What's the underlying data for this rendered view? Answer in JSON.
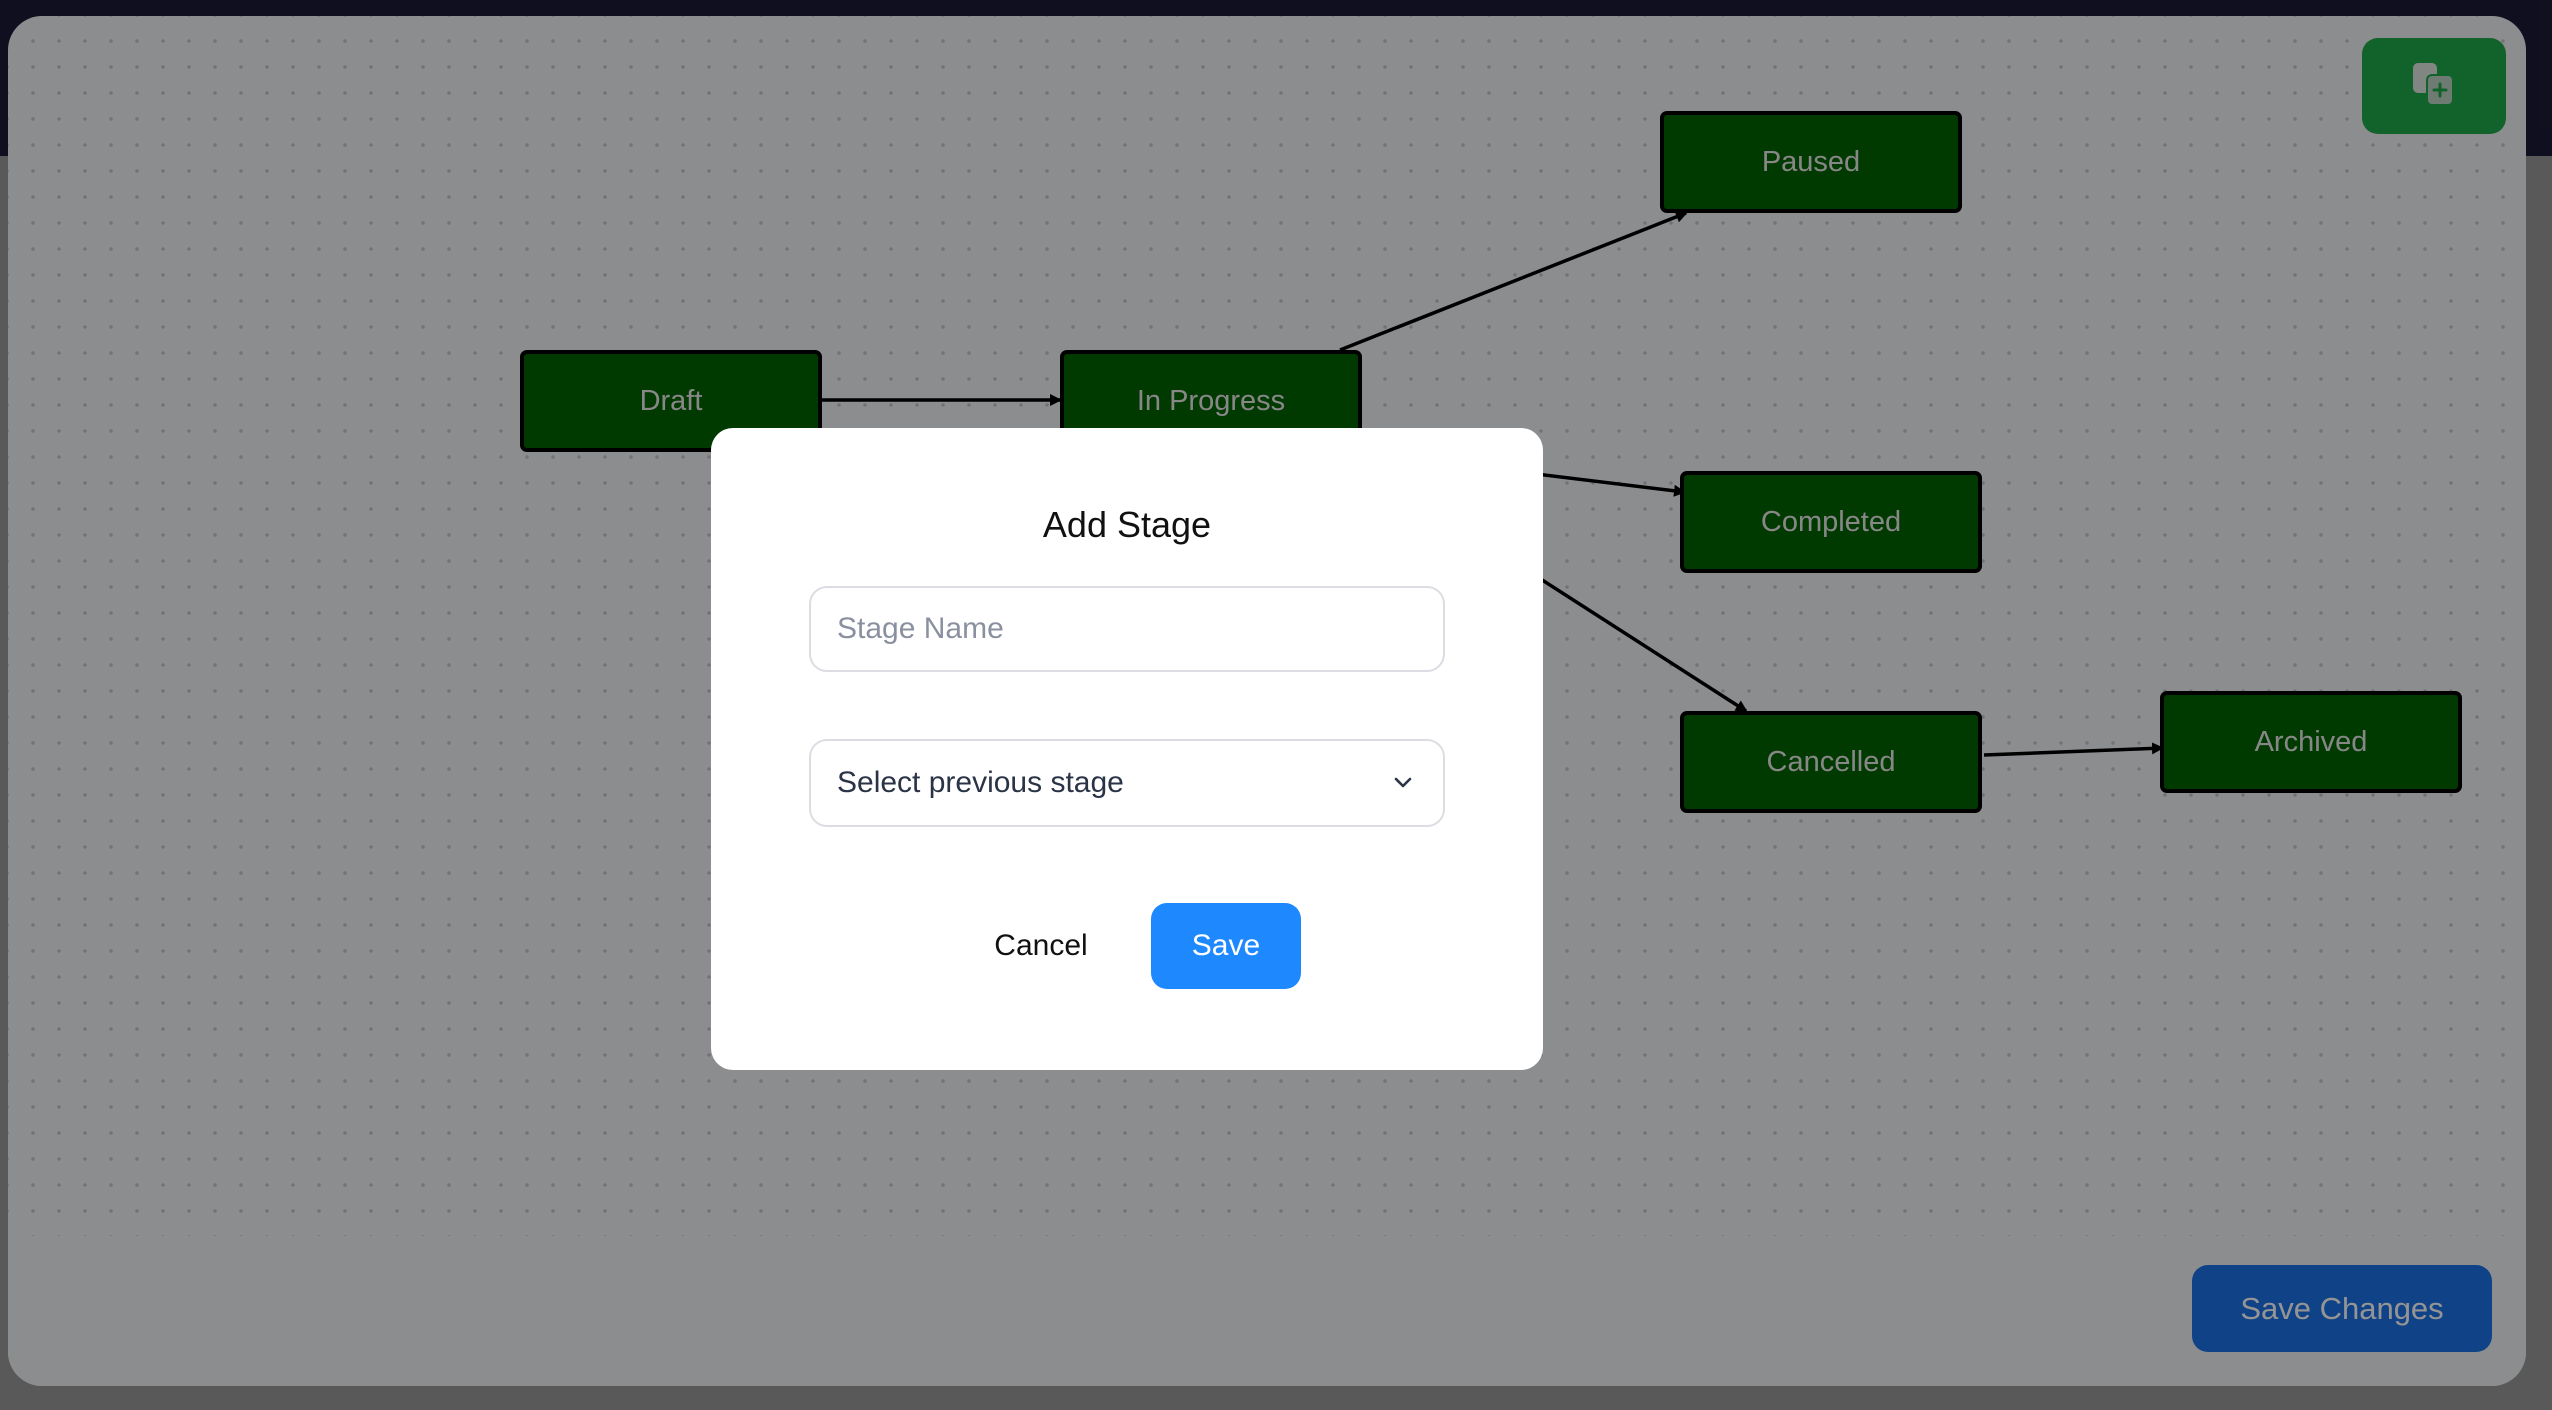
{
  "canvas": {
    "nodes": [
      {
        "id": "draft",
        "label": "Draft"
      },
      {
        "id": "in-progress",
        "label": "In Progress"
      },
      {
        "id": "paused",
        "label": "Paused"
      },
      {
        "id": "completed",
        "label": "Completed"
      },
      {
        "id": "cancelled",
        "label": "Cancelled"
      },
      {
        "id": "archived",
        "label": "Archived"
      }
    ],
    "edges": [
      {
        "from": "Draft",
        "to": "In Progress"
      },
      {
        "from": "In Progress",
        "to": "Paused"
      },
      {
        "from": "In Progress",
        "to": "Completed"
      },
      {
        "from": "In Progress",
        "to": "Cancelled"
      },
      {
        "from": "Cancelled",
        "to": "Archived"
      }
    ],
    "node_color": "#006400"
  },
  "toolbar": {
    "add_icon": "copy-plus-icon",
    "save_changes_label": "Save Changes"
  },
  "modal": {
    "title": "Add Stage",
    "stage_name_placeholder": "Stage Name",
    "stage_name_value": "",
    "previous_stage_selected": "Select previous stage",
    "cancel_label": "Cancel",
    "save_label": "Save",
    "accent_color": "#1e88ff"
  }
}
